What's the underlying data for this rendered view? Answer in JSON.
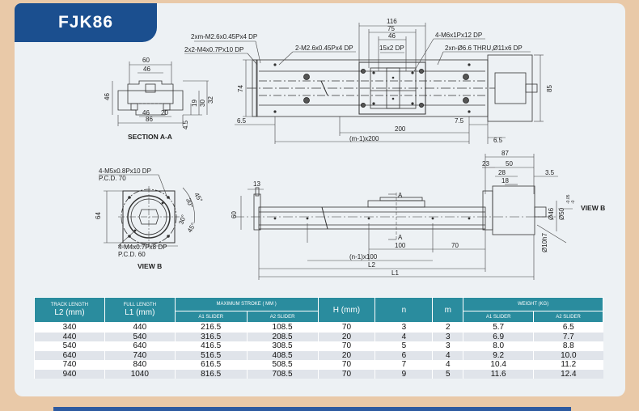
{
  "header": {
    "model": "FJK86"
  },
  "top_view": {
    "dims": {
      "d116": "116",
      "d75": "75",
      "d46": "46",
      "d15x2": "15x2 DP",
      "d85": "85",
      "d74": "74",
      "d6_5": "6.5",
      "d7_5": "7.5",
      "d200": "200",
      "m200": "(m-1)x200",
      "d6_5r": "6.5"
    },
    "callouts": {
      "xm": "2xm-M2.6x0.45Px4 DP",
      "m4": "2x2-M4x0.7Px10 DP",
      "m26": "2-M2.6x0.45Px4 DP",
      "m6": "4-M6x1Px12 DP",
      "thru": "2xn-Ø6.6 THRU,Ø11x6 DP"
    }
  },
  "section_aa": {
    "title": "SECTION A-A",
    "dims": {
      "d60": "60",
      "d46": "46",
      "d46v": "46",
      "d46b": "46",
      "d20": "20",
      "d86": "86",
      "d19": "19",
      "d30": "30",
      "d32": "32",
      "d4_5": "4.5"
    }
  },
  "view_b": {
    "title": "VIEW B",
    "callouts": {
      "m5": "4-M5x0.8Px10 DP",
      "pcd70": "P.C.D. 70",
      "m4": "4-M4x0.7Px8 DP",
      "pcd60": "P.C.D. 60"
    },
    "dims": {
      "d64": "64",
      "a45a": "45°",
      "a30a": "30°",
      "a30b": "30°",
      "a45b": "45°"
    }
  },
  "side_view": {
    "dims": {
      "d13": "13",
      "d60": "60",
      "d87": "87",
      "d23": "23",
      "d50": "50",
      "d28": "28",
      "d18": "18",
      "d3_5": "3.5",
      "phi46": "Ø46",
      "phi50": "Ø50",
      "tol": "-0.05",
      "tol2": "-0",
      "phi10": "Ø10h7",
      "d100": "100",
      "d70": "70",
      "n100": "(n-1)x100",
      "L2": "L2",
      "L1": "L1",
      "A1": "A",
      "A2": "A",
      "viewb": "VIEW B"
    }
  },
  "table": {
    "headers": {
      "track_top": "TRACK LENGTH",
      "track_bot": "L2 (mm)",
      "full_top": "FULL LENGTH",
      "full_bot": "L1 (mm)",
      "stroke": "MAXIMUM STROKE ( MM )",
      "stroke_a1": "A1 SLIDER",
      "stroke_a2": "A2 SLIDER",
      "h": "H (mm)",
      "n": "n",
      "m": "m",
      "weight": "WEIGHT (KG)",
      "weight_a1": "A1 SLIDER",
      "weight_a2": "A2 SLIDER"
    },
    "rows": [
      {
        "l2": "340",
        "l1": "440",
        "s1": "216.5",
        "s2": "108.5",
        "h": "70",
        "n": "3",
        "m": "2",
        "w1": "5.7",
        "w2": "6.5"
      },
      {
        "l2": "440",
        "l1": "540",
        "s1": "316.5",
        "s2": "208.5",
        "h": "20",
        "n": "4",
        "m": "3",
        "w1": "6.9",
        "w2": "7.7"
      },
      {
        "l2": "540",
        "l1": "640",
        "s1": "416.5",
        "s2": "308.5",
        "h": "70",
        "n": "5",
        "m": "3",
        "w1": "8.0",
        "w2": "8.8"
      },
      {
        "l2": "640",
        "l1": "740",
        "s1": "516.5",
        "s2": "408.5",
        "h": "20",
        "n": "6",
        "m": "4",
        "w1": "9.2",
        "w2": "10.0"
      },
      {
        "l2": "740",
        "l1": "840",
        "s1": "616.5",
        "s2": "508.5",
        "h": "70",
        "n": "7",
        "m": "4",
        "w1": "10.4",
        "w2": "11.2"
      },
      {
        "l2": "940",
        "l1": "1040",
        "s1": "816.5",
        "s2": "708.5",
        "h": "70",
        "n": "9",
        "m": "5",
        "w1": "11.6",
        "w2": "12.4"
      }
    ]
  }
}
